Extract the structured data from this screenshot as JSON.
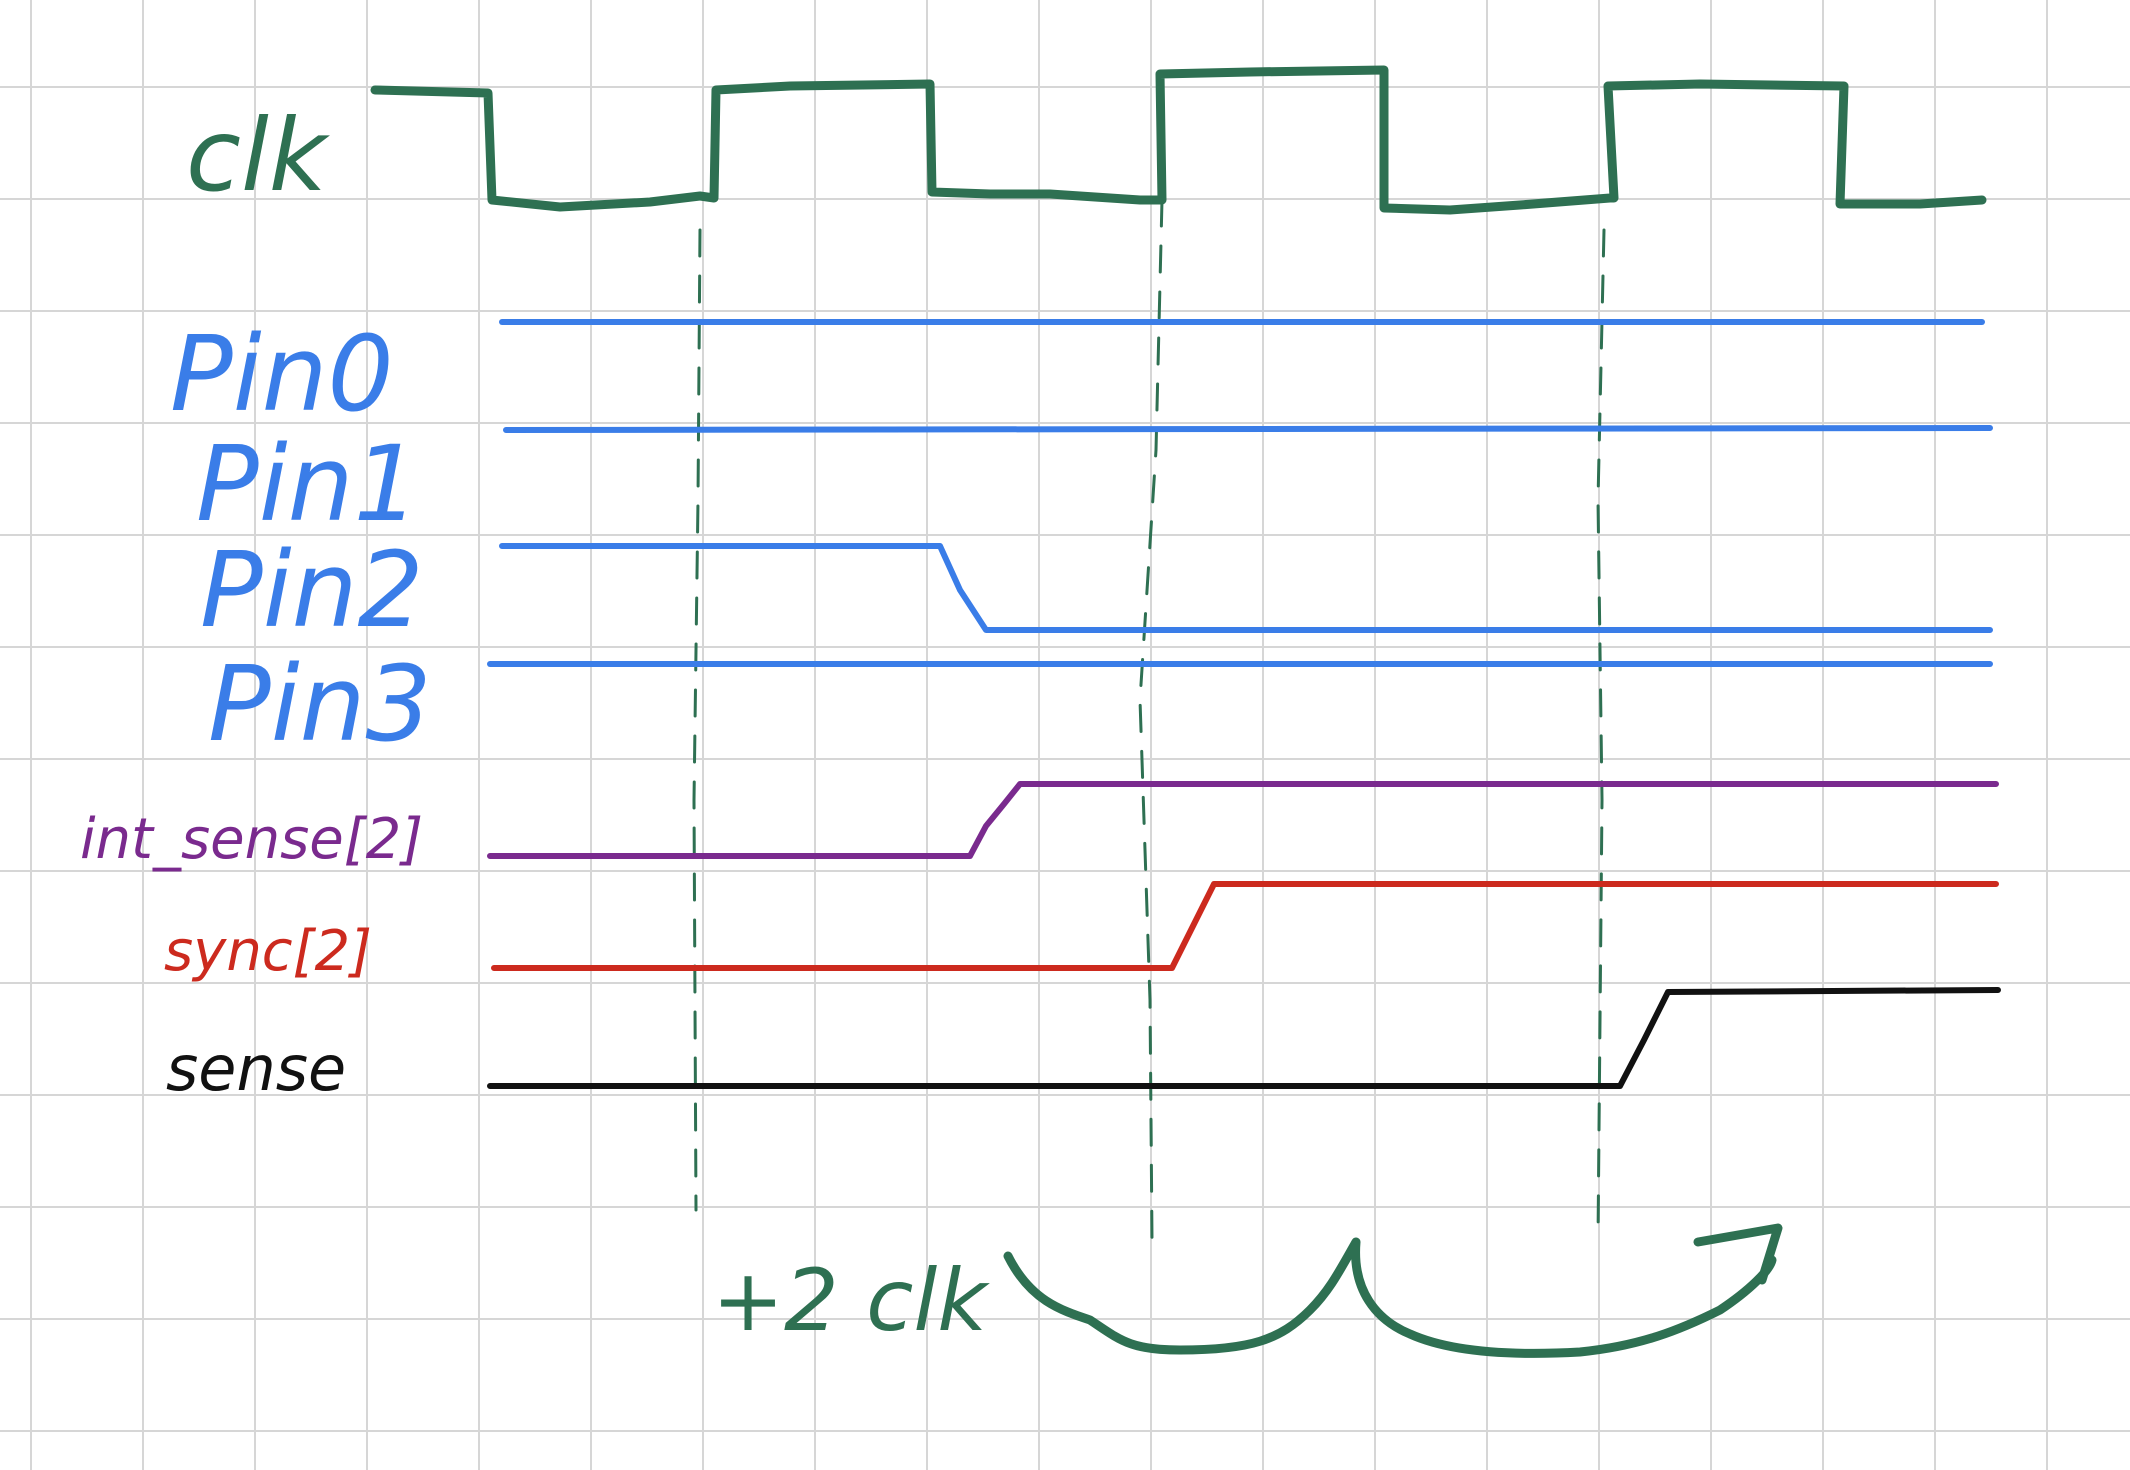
{
  "diagram": {
    "kind": "timing-diagram",
    "signals": [
      {
        "id": "clk",
        "label": "clk",
        "color": "#2e7052",
        "kind": "clock"
      },
      {
        "id": "pin0",
        "label": "Pin0",
        "color": "#3a7de8",
        "kind": "steady"
      },
      {
        "id": "pin1",
        "label": "Pin1",
        "color": "#3a7de8",
        "kind": "steady"
      },
      {
        "id": "pin2",
        "label": "Pin2",
        "color": "#3a7de8",
        "kind": "falls"
      },
      {
        "id": "pin3",
        "label": "Pin3",
        "color": "#3a7de8",
        "kind": "steady"
      },
      {
        "id": "int_sense",
        "label": "int_sense[2]",
        "color": "#7a2a8e",
        "kind": "rises"
      },
      {
        "id": "sync",
        "label": "sync[2]",
        "color": "#cc2a1e",
        "kind": "rises"
      },
      {
        "id": "sense",
        "label": "sense",
        "color": "#111111",
        "kind": "rises"
      }
    ],
    "annotation": {
      "text": "+2 clk",
      "color": "#2e7052"
    }
  }
}
